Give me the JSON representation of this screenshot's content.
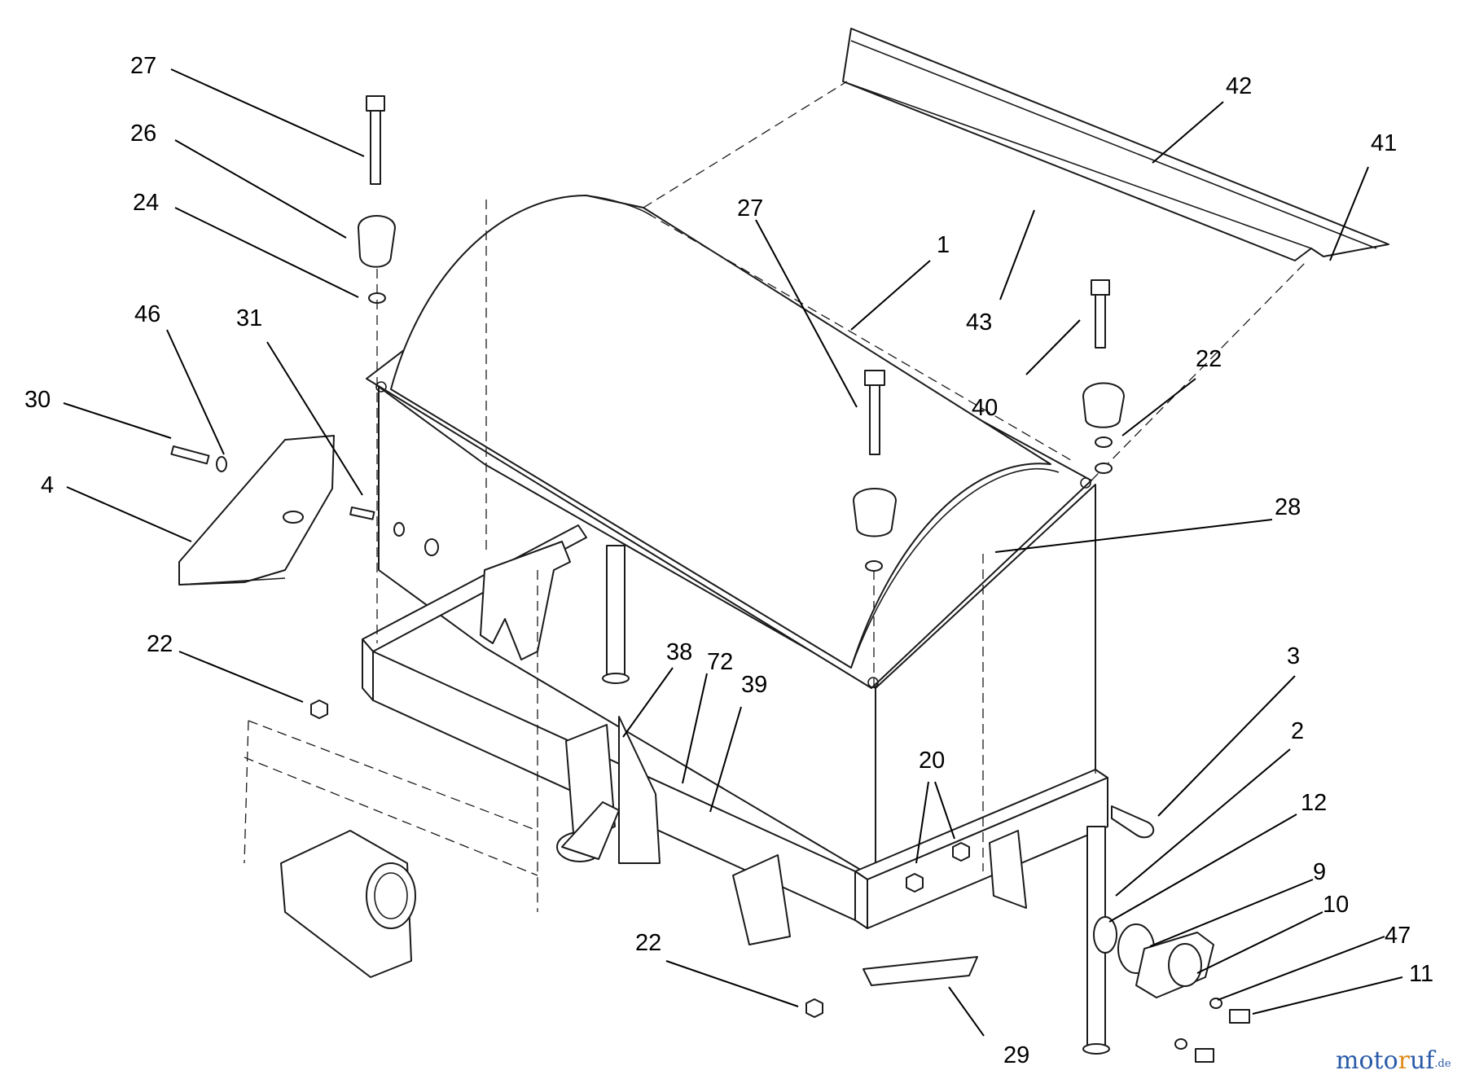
{
  "diagram": {
    "callouts": [
      "27",
      "26",
      "24",
      "46",
      "31",
      "30",
      "4",
      "22",
      "27",
      "1",
      "43",
      "42",
      "41",
      "40",
      "22",
      "28",
      "38",
      "72",
      "39",
      "3",
      "2",
      "12",
      "9",
      "10",
      "47",
      "11",
      "20",
      "22",
      "29"
    ],
    "watermark": {
      "main": "motoruf",
      "suffix": ".de"
    }
  }
}
